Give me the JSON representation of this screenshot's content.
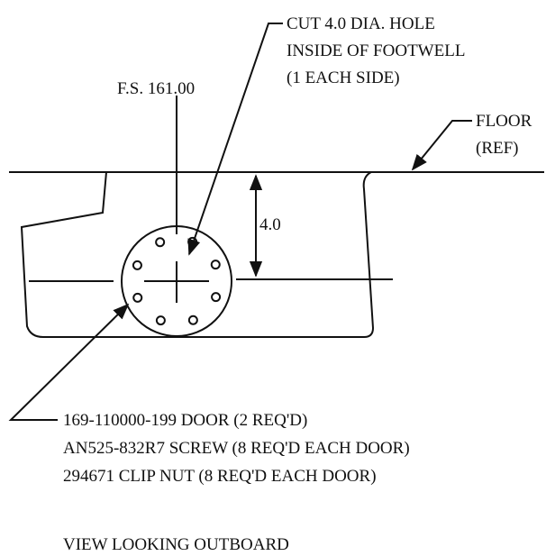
{
  "callouts": {
    "hole": [
      "CUT 4.0 DIA. HOLE",
      "INSIDE OF FOOTWELL",
      "(1 EACH SIDE)"
    ],
    "station": "F.S. 161.00",
    "floor": [
      "FLOOR",
      "(REF)"
    ],
    "dimension": "4.0",
    "parts": [
      "169-110000-199 DOOR (2 REQ'D)",
      "AN525-832R7 SCREW (8 REQ'D EACH DOOR)",
      "294671 CLIP NUT (8 REQ'D EACH DOOR)"
    ]
  },
  "view_title": "VIEW LOOKING OUTBOARD",
  "fasteners": {
    "count": 8
  },
  "colors": {
    "ink": "#111111",
    "paper": "#ffffff"
  }
}
